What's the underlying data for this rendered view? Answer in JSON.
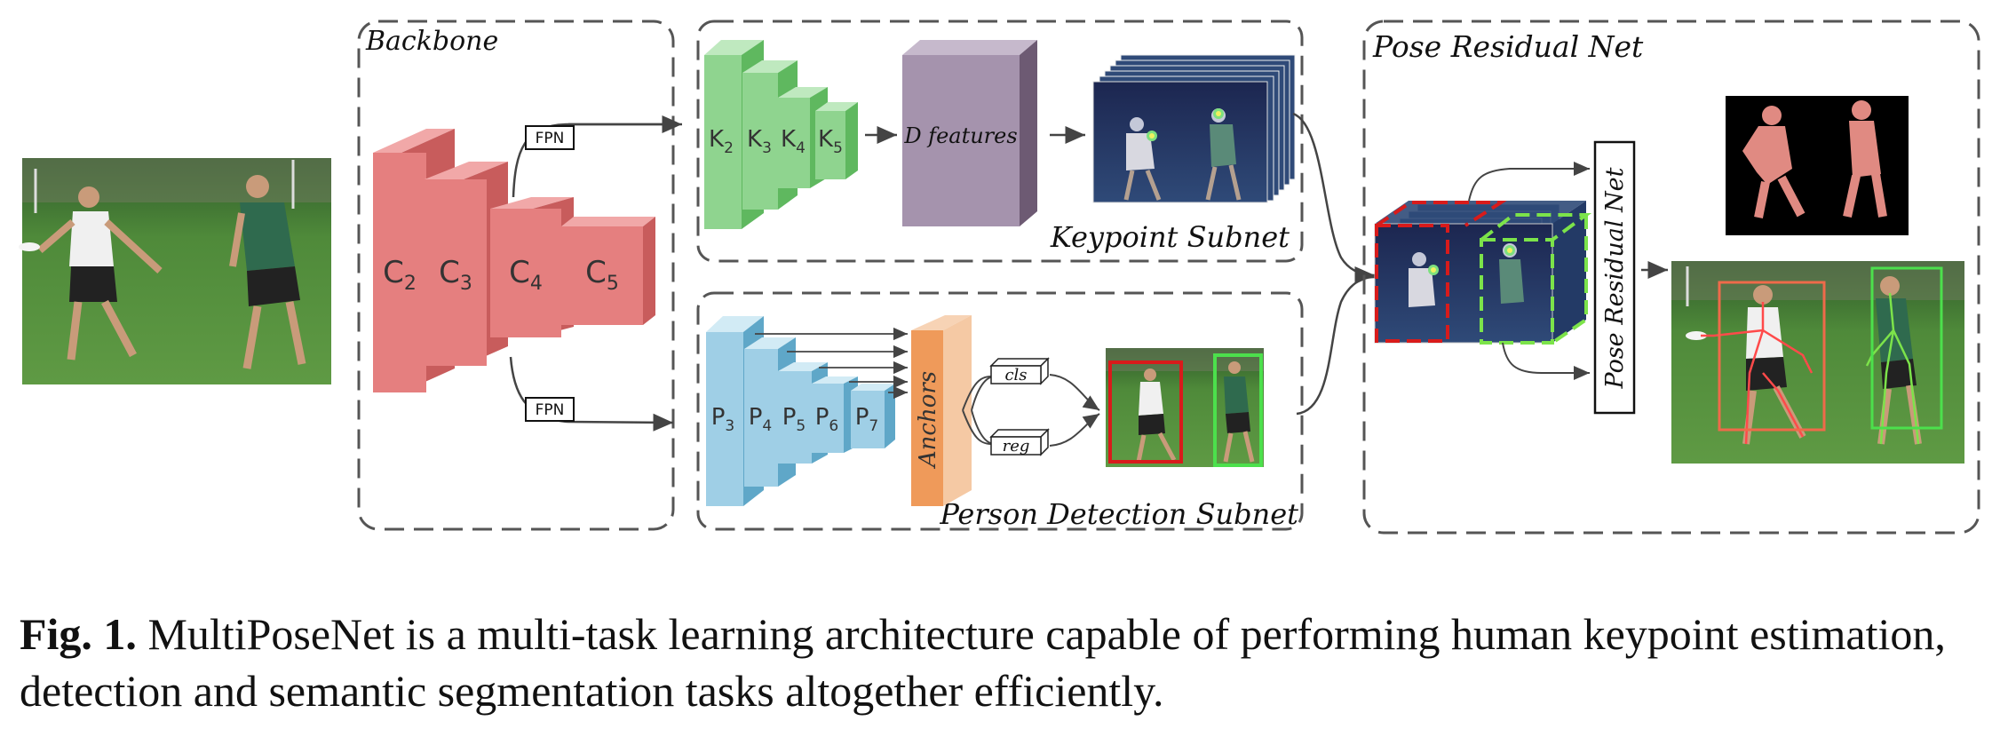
{
  "figure": {
    "backbone": {
      "title": "Backbone",
      "blocks": [
        {
          "base": "C",
          "sub": "2"
        },
        {
          "base": "C",
          "sub": "3"
        },
        {
          "base": "C",
          "sub": "4"
        },
        {
          "base": "C",
          "sub": "5"
        }
      ],
      "fpn_top": "FPN",
      "fpn_bottom": "FPN"
    },
    "keypoint_subnet": {
      "title": "Keypoint Subnet",
      "blocks": [
        {
          "base": "K",
          "sub": "2"
        },
        {
          "base": "K",
          "sub": "3"
        },
        {
          "base": "K",
          "sub": "4"
        },
        {
          "base": "K",
          "sub": "5"
        }
      ],
      "features_label": "D features"
    },
    "person_detection_subnet": {
      "title": "Person Detection Subnet",
      "blocks": [
        {
          "base": "P",
          "sub": "3"
        },
        {
          "base": "P",
          "sub": "4"
        },
        {
          "base": "P",
          "sub": "5"
        },
        {
          "base": "P",
          "sub": "6"
        },
        {
          "base": "P",
          "sub": "7"
        }
      ],
      "anchors_label": "Anchors",
      "cls_label": "cls",
      "reg_label": "reg"
    },
    "pose_residual_net": {
      "title": "Pose Residual Net",
      "module_label": "Pose Residual Net"
    }
  },
  "caption": {
    "prefix": "Fig. 1.",
    "text": "MultiPoseNet is a multi-task learning architecture capable of performing human keypoint estimation, detection and semantic segmentation tasks altogether efficiently."
  },
  "colors": {
    "backbone": "#e07a7a",
    "keypoint": "#8fd48f",
    "detection": "#9fcfe6",
    "features": "#a593ad",
    "anchors": "#ef9a5a",
    "grass": "#4e8a3a",
    "heatmap": "#2b3d7a"
  },
  "images": {
    "input_photo": "photo-input",
    "keypoint_heatmaps": "heatmap-stack",
    "detection_result": "detection-photo",
    "segmentation_mask": "segmentation-mask",
    "final_pose": "pose-output"
  }
}
